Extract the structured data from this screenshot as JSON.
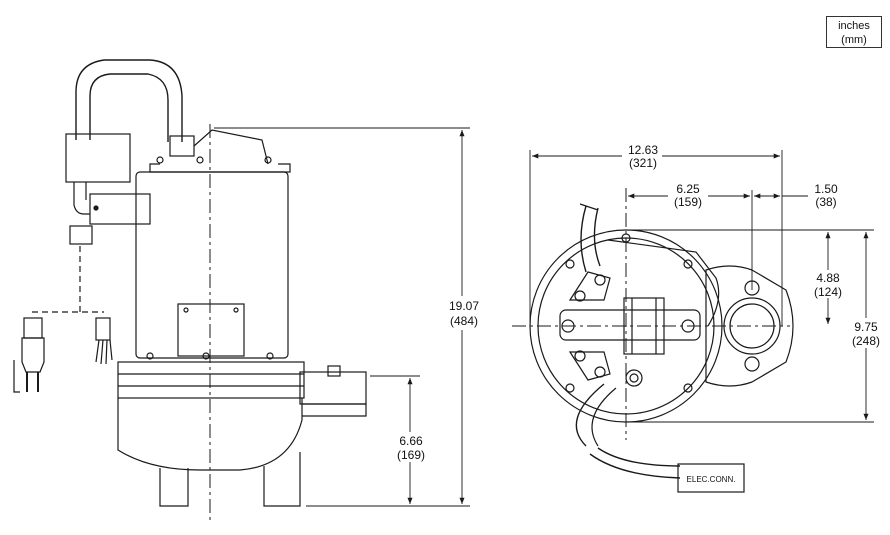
{
  "units": {
    "primary": "inches",
    "secondary": "(mm)"
  },
  "side_view": {
    "overall_height": {
      "in": "19.07",
      "mm": "(484)"
    },
    "discharge_height": {
      "in": "6.66",
      "mm": "(169)"
    }
  },
  "top_view": {
    "overall_width": {
      "in": "12.63",
      "mm": "(321)"
    },
    "center_to_discharge": {
      "in": "6.25",
      "mm": "(159)"
    },
    "discharge_offset": {
      "in": "1.50",
      "mm": "(38)"
    },
    "center_offset": {
      "in": "4.88",
      "mm": "(124)"
    },
    "overall_depth": {
      "in": "9.75",
      "mm": "(248)"
    },
    "elec_label": "ELEC.CONN."
  },
  "colors": {
    "stroke": "#1a1a1a",
    "fill": "#ffffff"
  }
}
